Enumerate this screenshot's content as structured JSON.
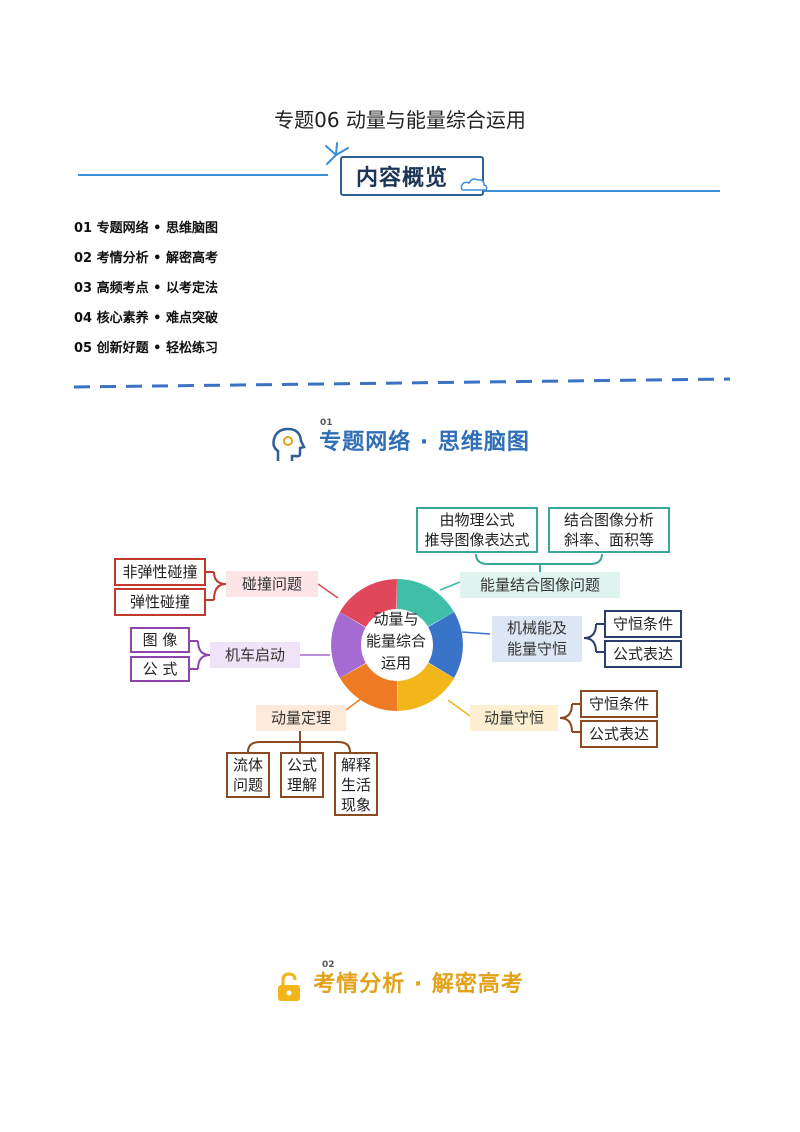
{
  "title": "专题06  动量与能量综合运用",
  "overview": {
    "label": "内容概览"
  },
  "toc": [
    "01 专题网络 • 思维脑图",
    "02 考情分析 • 解密高考",
    "03 高频考点 • 以考定法",
    "04 核心素养 • 难点突破",
    "05 创新好题 • 轻松练习"
  ],
  "section1": {
    "num": "01",
    "title": "专题网络 · 思维脑图"
  },
  "section2": {
    "num": "02",
    "title": "考情分析 · 解密高考"
  },
  "mindmap": {
    "center": [
      "动量与",
      "能量综合",
      "运用"
    ],
    "branch_collision": "碰撞问题",
    "inelastic": "非弹性碰撞",
    "elastic": "弹性碰撞",
    "branch_engine": "机车启动",
    "image": "图 像",
    "formula": "公 式",
    "branch_theorem": "动量定理",
    "fluid": [
      "流体",
      "问题"
    ],
    "formula_understand": [
      "公式",
      "理解"
    ],
    "explain_life": [
      "解释",
      "生活",
      "现象"
    ],
    "branch_graph": "能量结合图像问题",
    "derive": [
      "由物理公式",
      "推导图像表达式"
    ],
    "analyze": [
      "结合图像分析",
      "斜率、面积等"
    ],
    "branch_mech": [
      "机械能及",
      "能量守恒"
    ],
    "mech_cond": "守恒条件",
    "mech_expr": "公式表达",
    "branch_momentum": "动量守恒",
    "mom_cond": "守恒条件",
    "mom_expr": "公式表达"
  },
  "colors": {
    "blue": "#3b8fd8",
    "teal": "#3aa899",
    "red": "#c0392b",
    "purple": "#8e44ad",
    "brown": "#8a4b22",
    "navy": "#2c3e6b",
    "orange": "#e3a21a"
  }
}
